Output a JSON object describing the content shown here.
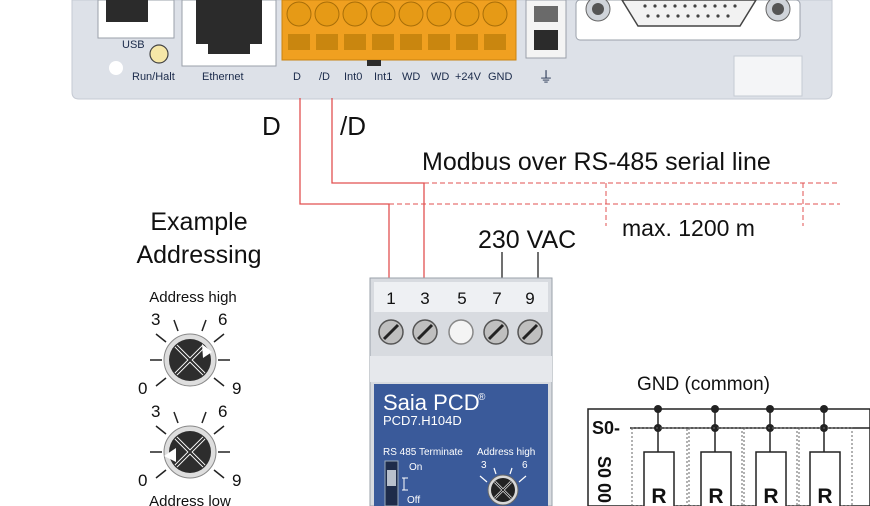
{
  "controller": {
    "ports": {
      "usb": "USB",
      "run_halt": "Run/Halt",
      "ethernet": "Ethernet",
      "d": "D",
      "nd": "/D",
      "int0": "Int0",
      "int1": "Int1",
      "wd1": "WD",
      "wd2": "WD",
      "p24v": "+24V",
      "gnd": "GND",
      "ground_symbol": "⏚"
    }
  },
  "wires": {
    "d_label": "D",
    "nd_label": "/D",
    "modbus_label": "Modbus over RS-485 serial line",
    "max_length": "max. 1200 m",
    "power_label": "230 VAC"
  },
  "example": {
    "title_line1": "Example",
    "title_line2": "Addressing",
    "high_label": "Address high",
    "low_label": "Address low",
    "dial_high": {
      "n0": "0",
      "n3": "3",
      "n6": "6",
      "n9": "9"
    },
    "dial_low": {
      "n0": "0",
      "n3": "3",
      "n6": "6",
      "n9": "9"
    }
  },
  "module": {
    "terminals": [
      "1",
      "3",
      "5",
      "7",
      "9"
    ],
    "brand": "Saia PCD",
    "brand_mark": "®",
    "model": "PCD7.H104D",
    "rs485_label": "RS 485 Terminate",
    "switch_on": "On",
    "switch_off": "Off",
    "addr_high": "Address high",
    "dial_n3": "3",
    "dial_n6": "6"
  },
  "s0": {
    "gnd_label": "GND (common)",
    "s0_label": "S0-",
    "side_label": "S0 00",
    "resistor_labels": [
      "R",
      "R",
      "R",
      "R"
    ]
  },
  "colors": {
    "panel": "#dde1e8",
    "module_blue": "#3a5a9a",
    "connector": "#f0a020",
    "wire_red": "#e25050"
  }
}
